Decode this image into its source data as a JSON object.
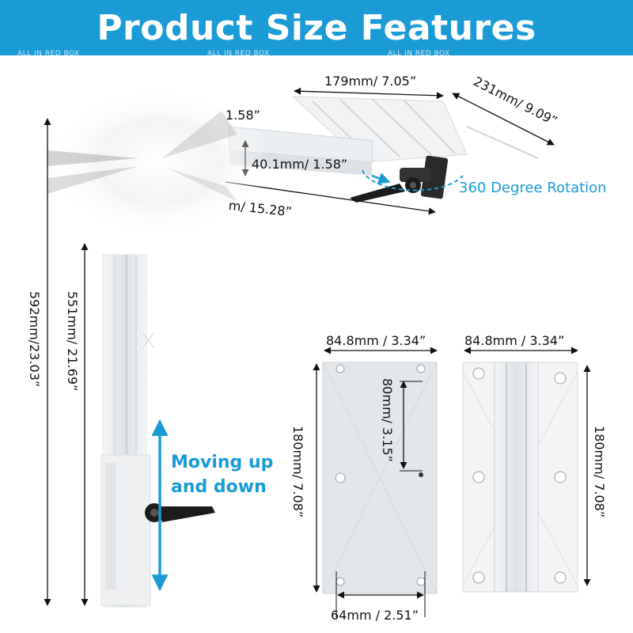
{
  "banner": {
    "title": "Product Size Features",
    "watermark": "ALL IN RED BOX"
  },
  "dimensions": {
    "top_width": "179mm/ 7.05”",
    "top_depth": "231mm/ 9.09”",
    "arm_height_partial": "1.58”",
    "arm_height": "40.1mm/ 1.58”",
    "arm_length_partial": "m/ 15.28”",
    "total_height": "592mm/23.03”",
    "pole_height": "551mm/ 21.69”",
    "plate_width_front": "84.8mm / 3.34”",
    "plate_width_back": "84.8mm / 3.34”",
    "plate_height_front": "180mm/ 7.08”",
    "plate_height_back": "180mm/ 7.08”",
    "hole_spacing_vertical": "80mm/ 3.15”",
    "hole_spacing_horizontal": "64mm / 2.51”"
  },
  "callouts": {
    "rotation": "360 Degree Rotation",
    "moving_line1": "Moving up",
    "moving_line2": "and down"
  },
  "colors": {
    "accent": "#1a9bd6",
    "knob": "#1c1c1c",
    "metal": "#e9ecef"
  }
}
